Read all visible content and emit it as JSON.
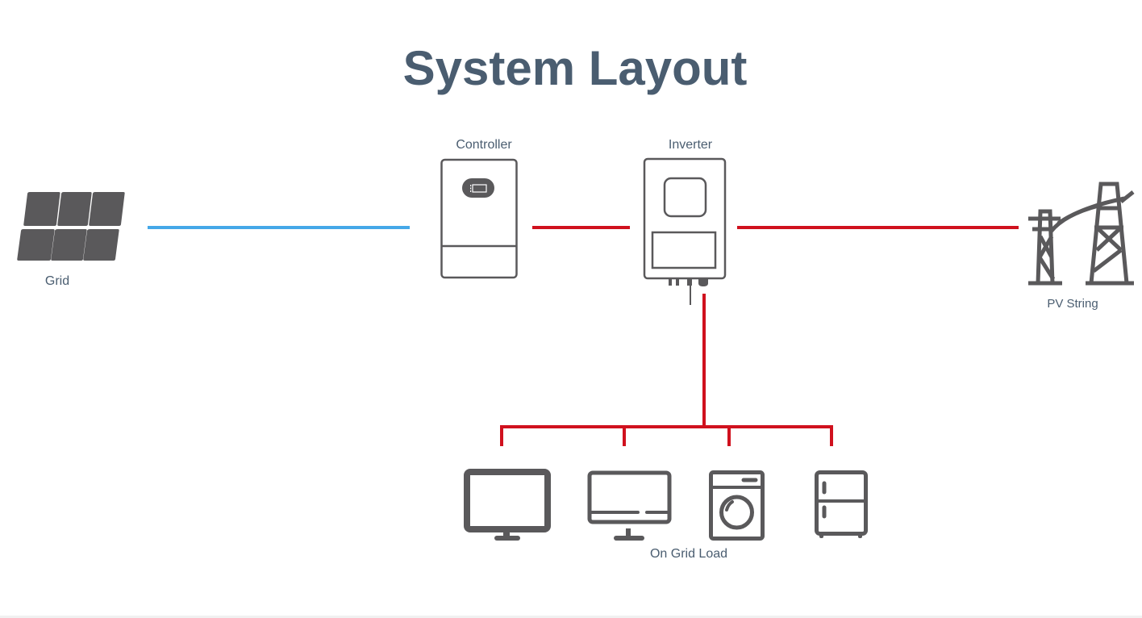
{
  "title": "System Layout",
  "colors": {
    "title": "#4a5d70",
    "label": "#4a5d70",
    "icon": "#5a595b",
    "dc_line": "#45a8e8",
    "ac_line": "#d0111e"
  },
  "nodes": {
    "grid": {
      "label": "Grid",
      "icon": "solar-panel-icon"
    },
    "controller": {
      "label": "Controller",
      "icon": "controller-icon"
    },
    "inverter": {
      "label": "Inverter",
      "icon": "inverter-icon"
    },
    "pv_string": {
      "label": "PV String",
      "icon": "power-tower-icon"
    },
    "loads": {
      "label": "On Grid Load",
      "items": [
        {
          "icon": "monitor-icon"
        },
        {
          "icon": "desktop-computer-icon"
        },
        {
          "icon": "washing-machine-icon"
        },
        {
          "icon": "refrigerator-icon"
        }
      ]
    }
  },
  "connections": [
    {
      "from": "grid",
      "to": "controller",
      "type": "dc"
    },
    {
      "from": "controller",
      "to": "inverter",
      "type": "ac"
    },
    {
      "from": "inverter",
      "to": "pv_string",
      "type": "ac"
    },
    {
      "from": "inverter",
      "to": "loads",
      "type": "ac"
    }
  ]
}
